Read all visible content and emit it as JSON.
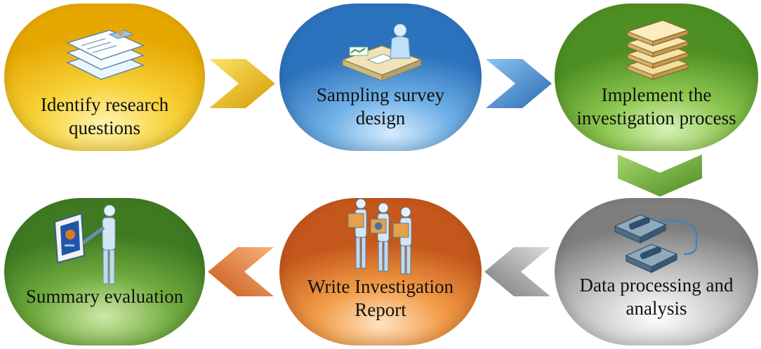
{
  "stages": {
    "identify": {
      "lines": [
        "Identify research",
        "questions"
      ]
    },
    "sampling": {
      "lines": [
        "Sampling survey",
        "design"
      ]
    },
    "implement": {
      "lines": [
        "Implement the",
        "investigation process"
      ]
    },
    "data": {
      "lines": [
        "Data processing and",
        "analysis"
      ]
    },
    "write": {
      "lines": [
        "Write Investigation",
        "Report"
      ]
    },
    "summary": {
      "lines": [
        "Summary evaluation"
      ]
    }
  },
  "colors": {
    "yellow": "#f2c218",
    "blue": "#3b86cf",
    "green": "#6fae32",
    "gray": "#9a9a9a",
    "orange": "#e2782d",
    "dark_green": "#4f8a2b"
  },
  "icons": {
    "identify": "documents-with-photo-icon",
    "sampling": "person-at-desk-icon",
    "implement": "stacked-folders-icon",
    "data": "phones-icon",
    "write": "people-carrying-boxes-icon",
    "summary": "presenter-at-board-icon"
  }
}
